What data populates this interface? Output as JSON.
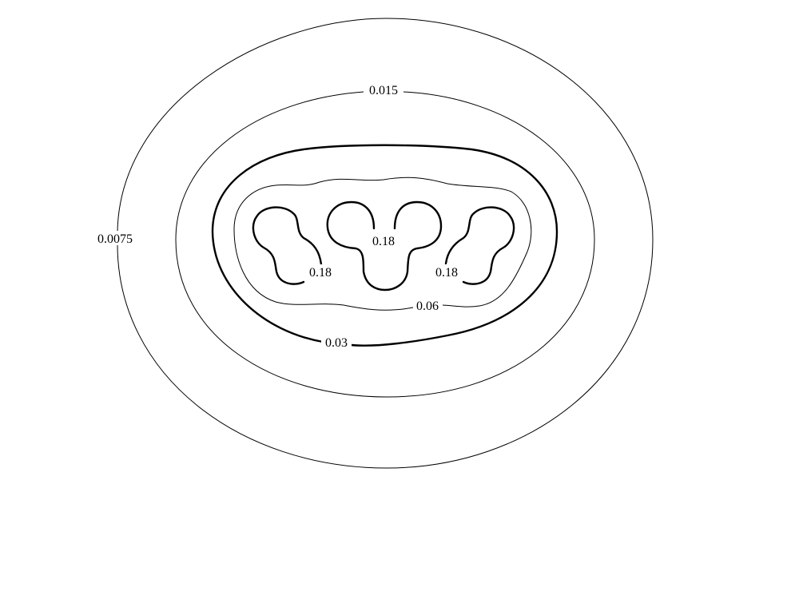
{
  "contour_levels": [
    "0.0075",
    "0.015",
    "0.03",
    "0.06",
    "0.18"
  ],
  "labels": {
    "outer": "0.0075",
    "second": "0.015",
    "bold": "0.03",
    "inner": "0.06",
    "lobe_left": "0.18",
    "lobe_center": "0.18",
    "lobe_right": "0.18"
  },
  "colors": {
    "line": "#000000",
    "background": "#ffffff"
  }
}
